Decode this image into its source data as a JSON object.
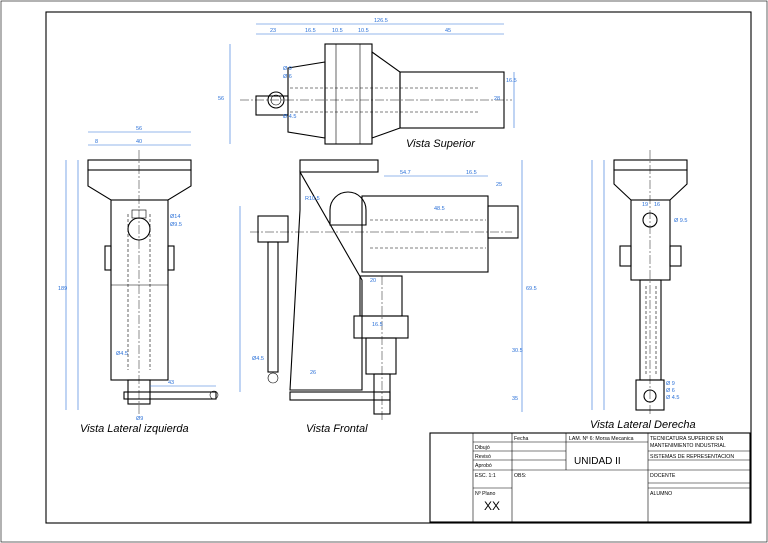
{
  "colors": {
    "dimension": "#2a70d8",
    "outline": "#000000",
    "paper": "#ffffff"
  },
  "views": {
    "top": "Vista Superior",
    "front": "Vista Frontal",
    "left": "Vista Lateral izquierda",
    "right": "Vista Lateral Derecha"
  },
  "dims": {
    "top_total": "126.5",
    "top_a": "23",
    "top_b": "16.5",
    "top_c": "10.5",
    "top_d": "10.5",
    "top_e": "45",
    "top_h": "56",
    "top_d9": "Ø 9",
    "top_d6": "Ø 6",
    "top_d45": "Ø 4.5",
    "top_r1": "16.5",
    "top_r2": "28",
    "left_w": "56",
    "left_w2": "40",
    "left_w3": "8",
    "left_h": "189",
    "left_d14": "Ø14",
    "left_d95": "Ø9.5",
    "left_d45": "Ø4.5",
    "left_l": "43",
    "left_d9": "Ø9",
    "front_h": "69.5",
    "front_a": "54.7",
    "front_b": "16.5",
    "front_c": "25",
    "front_d": "48.5",
    "front_r": "R10.5",
    "front_d45": "Ø4.5",
    "front_e": "20",
    "front_f": "16.5",
    "front_g": "30.5",
    "front_h2": "35",
    "front_i": "26",
    "right_a": "19",
    "right_b": "16",
    "right_d95": "Ø 9.5",
    "right_d9": "Ø 9",
    "right_d6": "Ø 6",
    "right_d45": "Ø 4.5"
  },
  "title_block": {
    "fecha": "Fecha",
    "lam": "LAM. Nº 6: Morsa Mecanica",
    "inst1": "TECNICATURA SUPERIOR EN",
    "inst2": "MANTENIMIENTO INDUSTRIAL",
    "dibujo": "Dibujó",
    "reviso": "Revisó",
    "aprobo": "Aprobó",
    "unidad": "UNIDAD II",
    "sistemas": "SISTEMAS DE REPRESENTACION",
    "esc": "ESC. 1:1",
    "obs": "OBS:",
    "docente": "DOCENTE",
    "alumno": "ALUMNO",
    "plano": "Nº Plano",
    "xx": "XX"
  }
}
